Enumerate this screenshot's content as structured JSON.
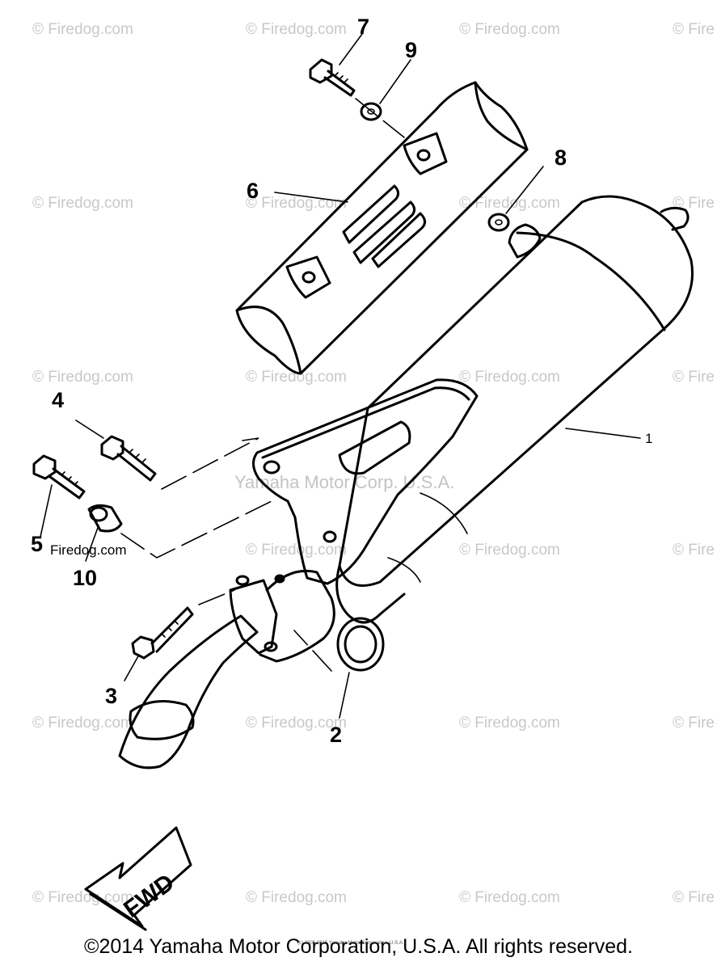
{
  "watermark": {
    "text": "© Firedog.com",
    "edge_text": "© Fire"
  },
  "center_watermark": "Yamaha Motor Corp. U.S.A.",
  "callouts": {
    "p1": "1",
    "p2": "2",
    "p3": "3",
    "p4": "4",
    "p5": "5",
    "p6": "6",
    "p7": "7",
    "p8": "8",
    "p9": "9",
    "p10": "10"
  },
  "callout_firedog": "Firedog.com",
  "fwd_label": "FWD",
  "tiny_notice": "(c) 2005-2015 Yamaha Motor Corporation, U.S.A.",
  "copyright": "©2014 Yamaha Motor Corporation, U.S.A. All rights reserved."
}
